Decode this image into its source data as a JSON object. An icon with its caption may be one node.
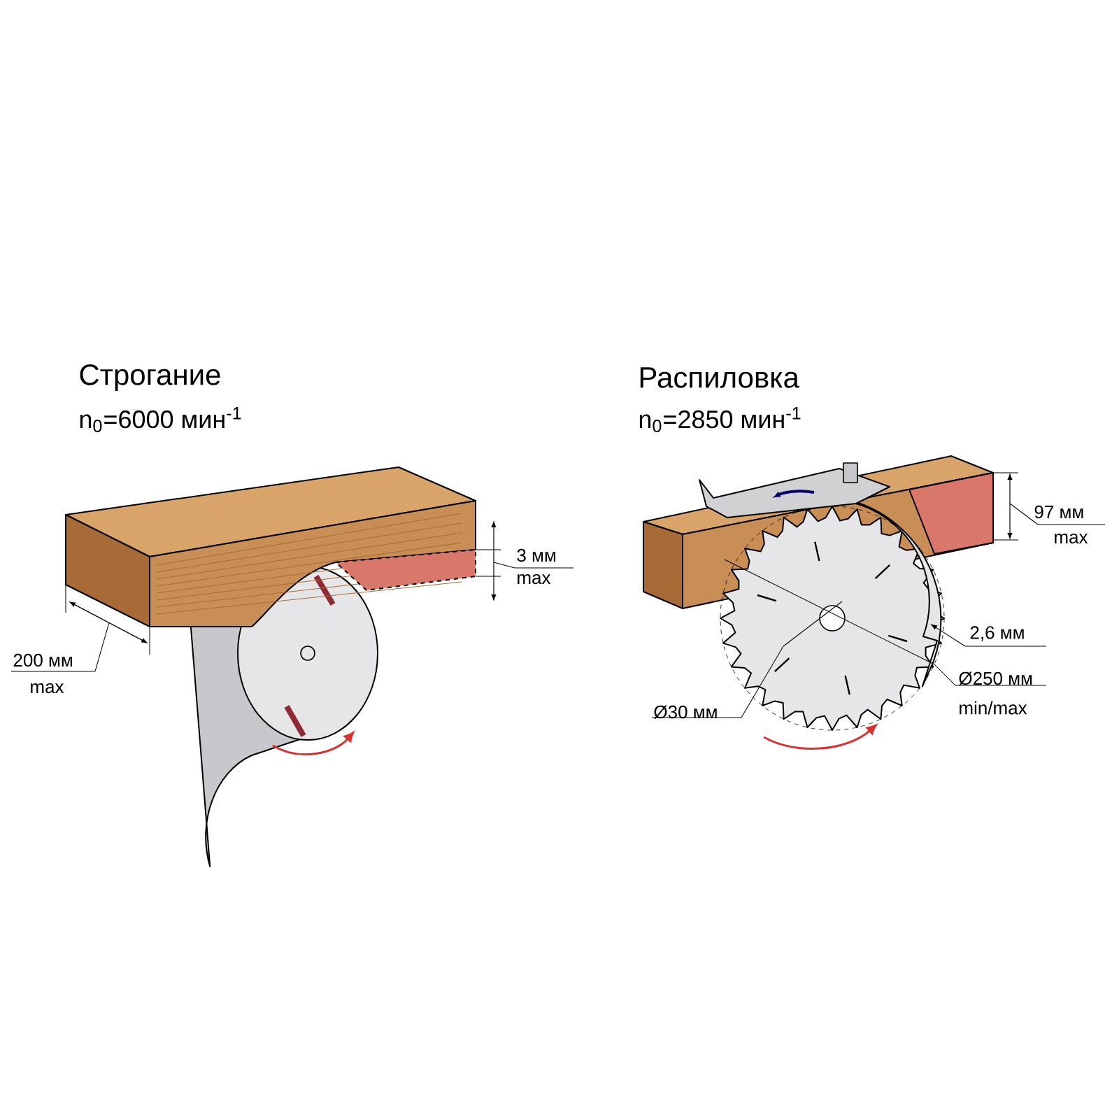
{
  "diagram": {
    "labels": [
      "Строгание",
      "n$_{0}$=6000 мин$^{-1}$",
      "Распиловка",
      "n$_{0}$=2850 мин$^{-1}$",
      "3 мм",
      "max",
      "200 мм",
      "max",
      "97 мм",
      "max",
      "2,6 мм",
      "Ø30 мм",
      "Ø250 мм",
      "min/max"
    ]
  }
}
